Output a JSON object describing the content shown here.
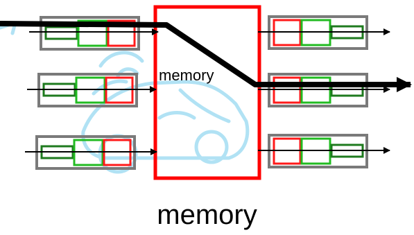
{
  "memory_box_label": "memory",
  "caption": "memory",
  "colors": {
    "memory_border": "#ff0000",
    "port_border": "#7a7a7a",
    "cell_dark_green": "#1e7a1e",
    "cell_green": "#22bb22",
    "cell_red": "#ff1a1a",
    "arrow": "#000000",
    "watermark": "#a9dff3"
  },
  "input_ports": [
    {
      "cells": [
        "dark-green",
        "green",
        "red"
      ]
    },
    {
      "cells": [
        "dark-green",
        "green",
        "red"
      ]
    },
    {
      "cells": [
        "dark-green",
        "green",
        "red"
      ]
    }
  ],
  "output_ports": [
    {
      "cells": [
        "red",
        "green",
        "dark-green"
      ]
    },
    {
      "cells": [
        "red",
        "green",
        "dark-green"
      ]
    },
    {
      "cells": [
        "red",
        "green",
        "dark-green"
      ]
    }
  ]
}
